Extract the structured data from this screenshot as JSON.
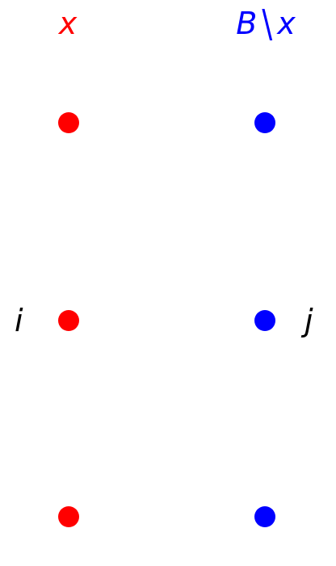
{
  "colors": {
    "left": "#ff0000",
    "right": "#0000ff",
    "side_label": "#000000"
  },
  "left_column": {
    "header": "x",
    "points": [
      "point-1",
      "point-2",
      "point-3"
    ]
  },
  "right_column": {
    "header_set": "B",
    "header_op": "\\",
    "header_elem": "x",
    "points": [
      "point-1",
      "point-2",
      "point-3"
    ]
  },
  "side_labels": {
    "left": "i",
    "right": "j"
  }
}
